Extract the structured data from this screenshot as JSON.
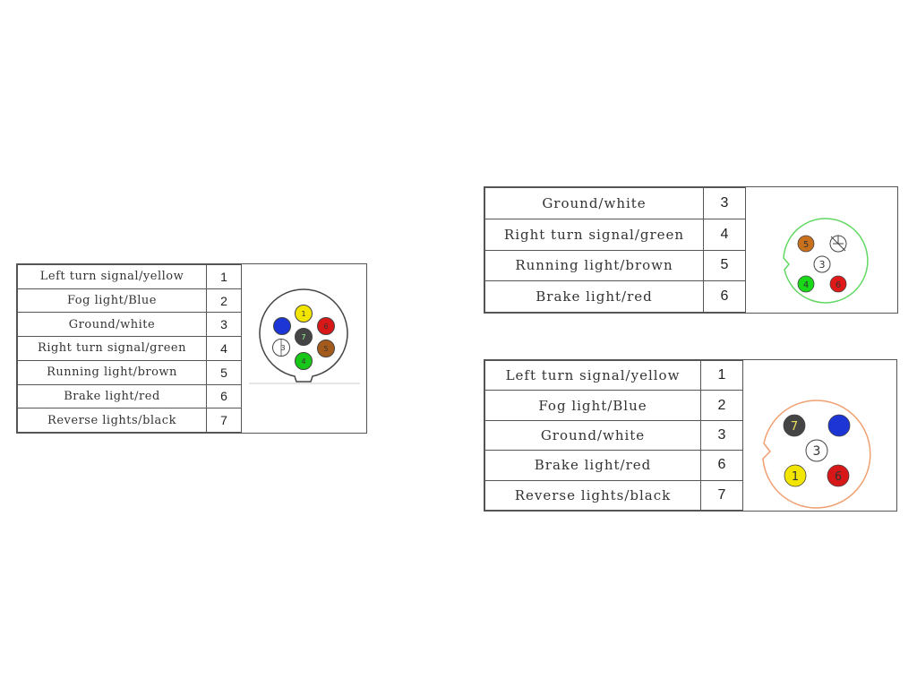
{
  "connector_7pin": {
    "rows": [
      {
        "label": "Left turn signal/yellow",
        "pin": "1"
      },
      {
        "label": "Fog light/Blue",
        "pin": "2"
      },
      {
        "label": "Ground/white",
        "pin": "3"
      },
      {
        "label": "Right turn signal/green",
        "pin": "4"
      },
      {
        "label": "Running light/brown",
        "pin": "5"
      },
      {
        "label": "Brake light/red",
        "pin": "6"
      },
      {
        "label": "Reverse lights/black",
        "pin": "7"
      }
    ],
    "pins": [
      {
        "num": "1",
        "color": "#f2e600"
      },
      {
        "num": "",
        "color": "#1c35d4"
      },
      {
        "num": "3",
        "color": "#ffffff"
      },
      {
        "num": "4",
        "color": "#18c818"
      },
      {
        "num": "5",
        "color": "#a35a1a"
      },
      {
        "num": "6",
        "color": "#d81818"
      },
      {
        "num": "7",
        "color": "#444444"
      }
    ]
  },
  "connector_4pin": {
    "rows": [
      {
        "label": "Ground/white",
        "pin": "3"
      },
      {
        "label": "Right turn signal/green",
        "pin": "4"
      },
      {
        "label": "Running light/brown",
        "pin": "5"
      },
      {
        "label": "Brake light/red",
        "pin": "6"
      }
    ],
    "outline_color": "#62d862",
    "pins": [
      {
        "num": "5",
        "color": "#c8701c"
      },
      {
        "num": "3",
        "color": "#ffffff"
      },
      {
        "num": "4",
        "color": "#18d818"
      },
      {
        "num": "6",
        "color": "#e01818"
      }
    ]
  },
  "connector_5pin": {
    "rows": [
      {
        "label": "Left turn signal/yellow",
        "pin": "1"
      },
      {
        "label": "Fog light/Blue",
        "pin": "2"
      },
      {
        "label": "Ground/white",
        "pin": "3"
      },
      {
        "label": "Brake light/red",
        "pin": "6"
      },
      {
        "label": "Reverse lights/black",
        "pin": "7"
      }
    ],
    "outline_color": "#f0a070",
    "pins": [
      {
        "num": "7",
        "color": "#444444"
      },
      {
        "num": "",
        "color": "#1c35d4"
      },
      {
        "num": "3",
        "color": "#ffffff"
      },
      {
        "num": "1",
        "color": "#f2e600"
      },
      {
        "num": "6",
        "color": "#d81818"
      }
    ]
  }
}
